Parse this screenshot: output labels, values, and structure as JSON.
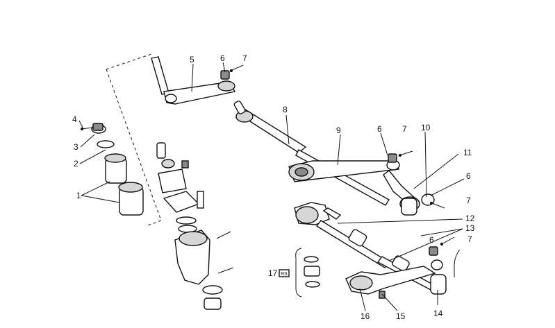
{
  "callouts": {
    "c1": "1",
    "c2": "2",
    "c3": "3",
    "c4": "4",
    "c5": "5",
    "c6a": "6",
    "c6b": "6",
    "c6c": "6",
    "c6d": "6",
    "c7a": "7",
    "c7b": "7",
    "c7c": "7",
    "c7d": "7",
    "c8": "8",
    "c9": "9",
    "c10": "10",
    "c11": "11",
    "c12": "12",
    "c13": "13",
    "c14": "14",
    "c15": "15",
    "c16": "16",
    "c17": "17"
  },
  "kit_marker": "RS"
}
